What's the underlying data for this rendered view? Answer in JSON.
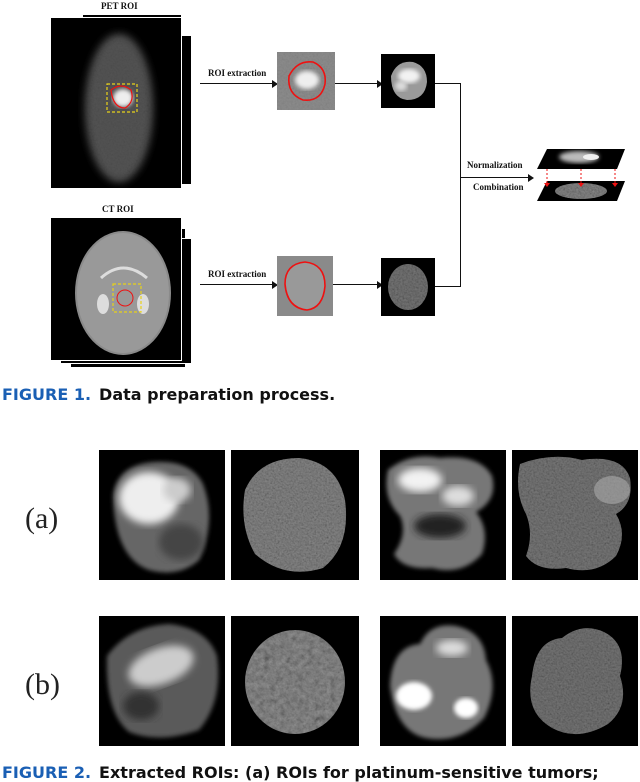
{
  "figure1": {
    "pet_label": "PET ROI",
    "ct_label": "CT ROI",
    "roi_extraction_pet": "ROI extraction",
    "roi_extraction_ct": "ROI extraction",
    "normalization": "Normalization",
    "combination": "Combination",
    "caption_number": "FIGURE 1.",
    "caption_text": "Data preparation process."
  },
  "figure2": {
    "row_a_label": "(a)",
    "row_b_label": "(b)",
    "caption_number": "FIGURE 2.",
    "caption_text": "Extracted ROIs: (a) ROIs for platinum-sensitive tumors;"
  },
  "colors": {
    "caption_blue": "#1a5fb4",
    "roi_red": "#e11",
    "roi_yellow": "#e8d21a"
  }
}
